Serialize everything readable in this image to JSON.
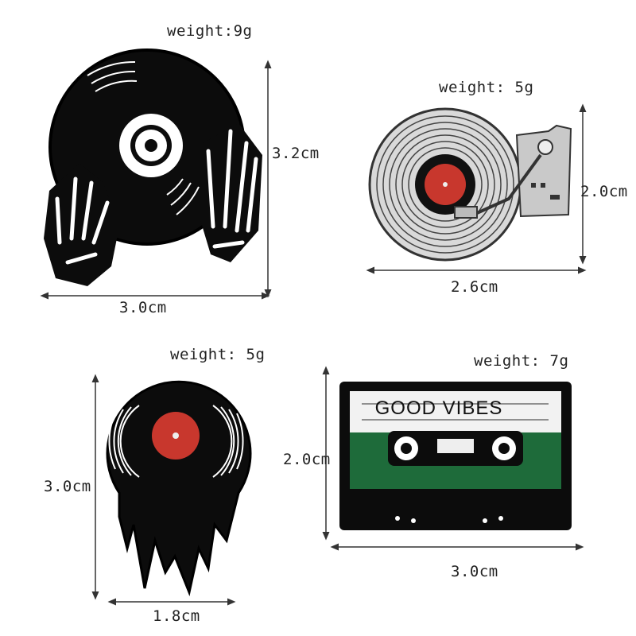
{
  "products": [
    {
      "id": "vinyl-skeleton-hands",
      "weight": "weight:9g",
      "height": "3.2cm",
      "width": "3.0cm"
    },
    {
      "id": "turntable",
      "weight": "weight: 5g",
      "height": "2.0cm",
      "width": "2.6cm"
    },
    {
      "id": "dripping-vinyl",
      "weight": "weight: 5g",
      "height": "3.0cm",
      "width": "1.8cm"
    },
    {
      "id": "cassette",
      "weight": "weight: 7g",
      "height": "2.0cm",
      "width": "3.0cm",
      "tape_text": "GOOD VIBES"
    }
  ],
  "colors": {
    "enamel_black": "#111111",
    "label_red": "#c8372d",
    "cassette_green": "#1e6b3a",
    "silver": "#c9c9c9"
  }
}
